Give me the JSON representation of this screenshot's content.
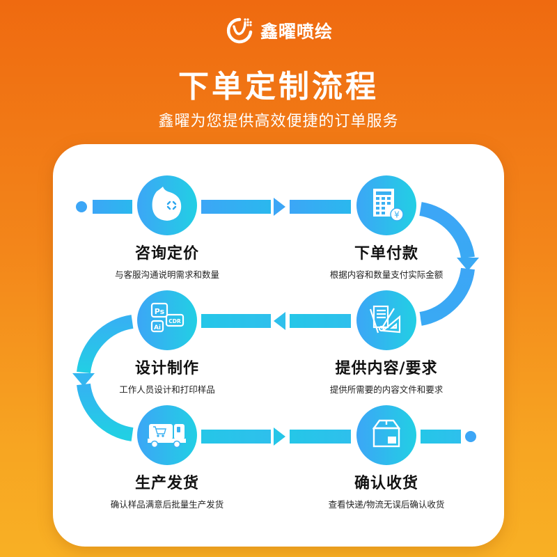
{
  "brand": {
    "logo_icon": "logo-mark-icon",
    "name": "鑫曜喷绘"
  },
  "header": {
    "title": "下单定制流程",
    "subtitle": "鑫曜为您提供高效便捷的订单服务"
  },
  "colors": {
    "background_top": "#ef6a10",
    "background_bottom": "#f8b024",
    "card": "#ffffff",
    "flow_blue": "#3da7f5",
    "flow_cyan": "#25cbe6",
    "text_dark": "#111111"
  },
  "steps": [
    {
      "order": 1,
      "icon": "chat-bubble-icon",
      "title": "咨询定价",
      "desc": "与客服沟通说明需求和数量"
    },
    {
      "order": 2,
      "icon": "calculator-yen-icon",
      "title": "下单付款",
      "desc": "根据内容和数量支付实际金额"
    },
    {
      "order": 3,
      "icon": "document-ruler-icon",
      "title": "提供内容/要求",
      "desc": "提供所需要的内容文件和要求"
    },
    {
      "order": 4,
      "icon": "design-software-icon",
      "title": "设计制作",
      "desc": "工作人员设计和打印样品",
      "badges": [
        "Ps",
        "Ai",
        "CDR"
      ]
    },
    {
      "order": 5,
      "icon": "delivery-truck-icon",
      "title": "生产发货",
      "desc": "确认样品满意后批量生产发货"
    },
    {
      "order": 6,
      "icon": "package-box-icon",
      "title": "确认收货",
      "desc": "查看快递/物流无误后确认收货"
    }
  ],
  "icons": {
    "yen_symbol": "¥"
  }
}
